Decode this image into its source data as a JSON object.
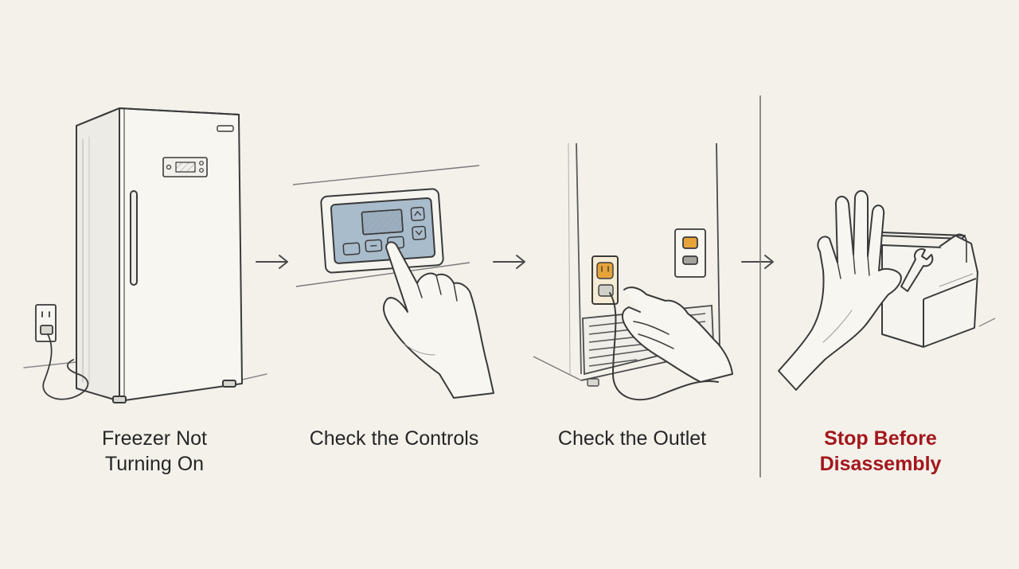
{
  "steps": [
    {
      "label_line1": "Freezer Not",
      "label_line2": "Turning On"
    },
    {
      "label_line1": "Check the Controls"
    },
    {
      "label_line1": "Check the Outlet"
    },
    {
      "label_line1": "Stop Before",
      "label_line2": "Disassembly"
    }
  ],
  "colors": {
    "background": "#f3f1ea",
    "ink": "#3a3a3a",
    "control_panel": "#a9bccc",
    "warning_text": "#a3171c",
    "outlet_orange": "#e6a33a"
  },
  "icons": [
    "freezer-icon",
    "wall-outlet-icon",
    "control-panel-icon",
    "pointing-hand-icon",
    "plug-icon",
    "stop-hand-icon",
    "toolbox-icon",
    "wrench-icon",
    "arrow-right-icon"
  ]
}
